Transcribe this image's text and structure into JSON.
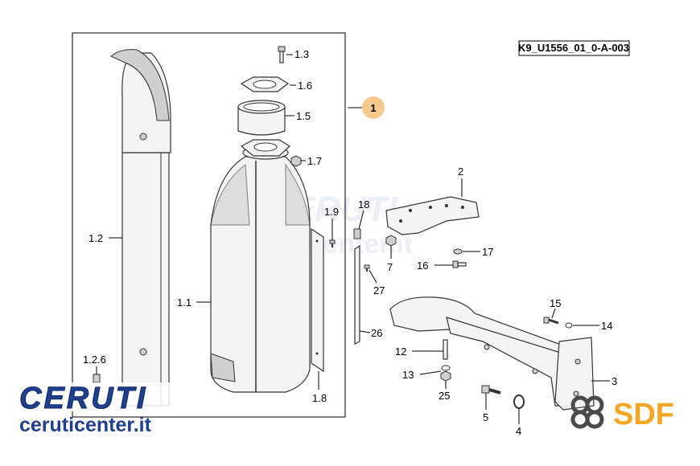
{
  "diagram_code": "K9_U1556_01_0-A-003",
  "group_callout": "1",
  "callouts": {
    "c1_3": "1.3",
    "c1_6": "1.6",
    "c1_5": "1.5",
    "c1_7": "1.7",
    "c1_2": "1.2",
    "c1_1": "1.1",
    "c1_2_6": "1.2.6",
    "c1_9": "1.9",
    "c1_8": "1.8",
    "c18": "18",
    "c7": "7",
    "c27": "27",
    "c26": "26",
    "c2": "2",
    "c17": "17",
    "c16": "16",
    "c15": "15",
    "c14": "14",
    "c3": "3",
    "c12": "12",
    "c13": "13",
    "c25": "25",
    "c5": "5",
    "c4": "4"
  },
  "branding": {
    "ceruti_logo": "CERUTI",
    "ceruti_site": "ceruticenter.it",
    "sdf_logo": "SDF",
    "brand_blue": "#1f3f8f",
    "sdf_orange": "#f5a623",
    "callout_orange": "#f7c98b"
  }
}
